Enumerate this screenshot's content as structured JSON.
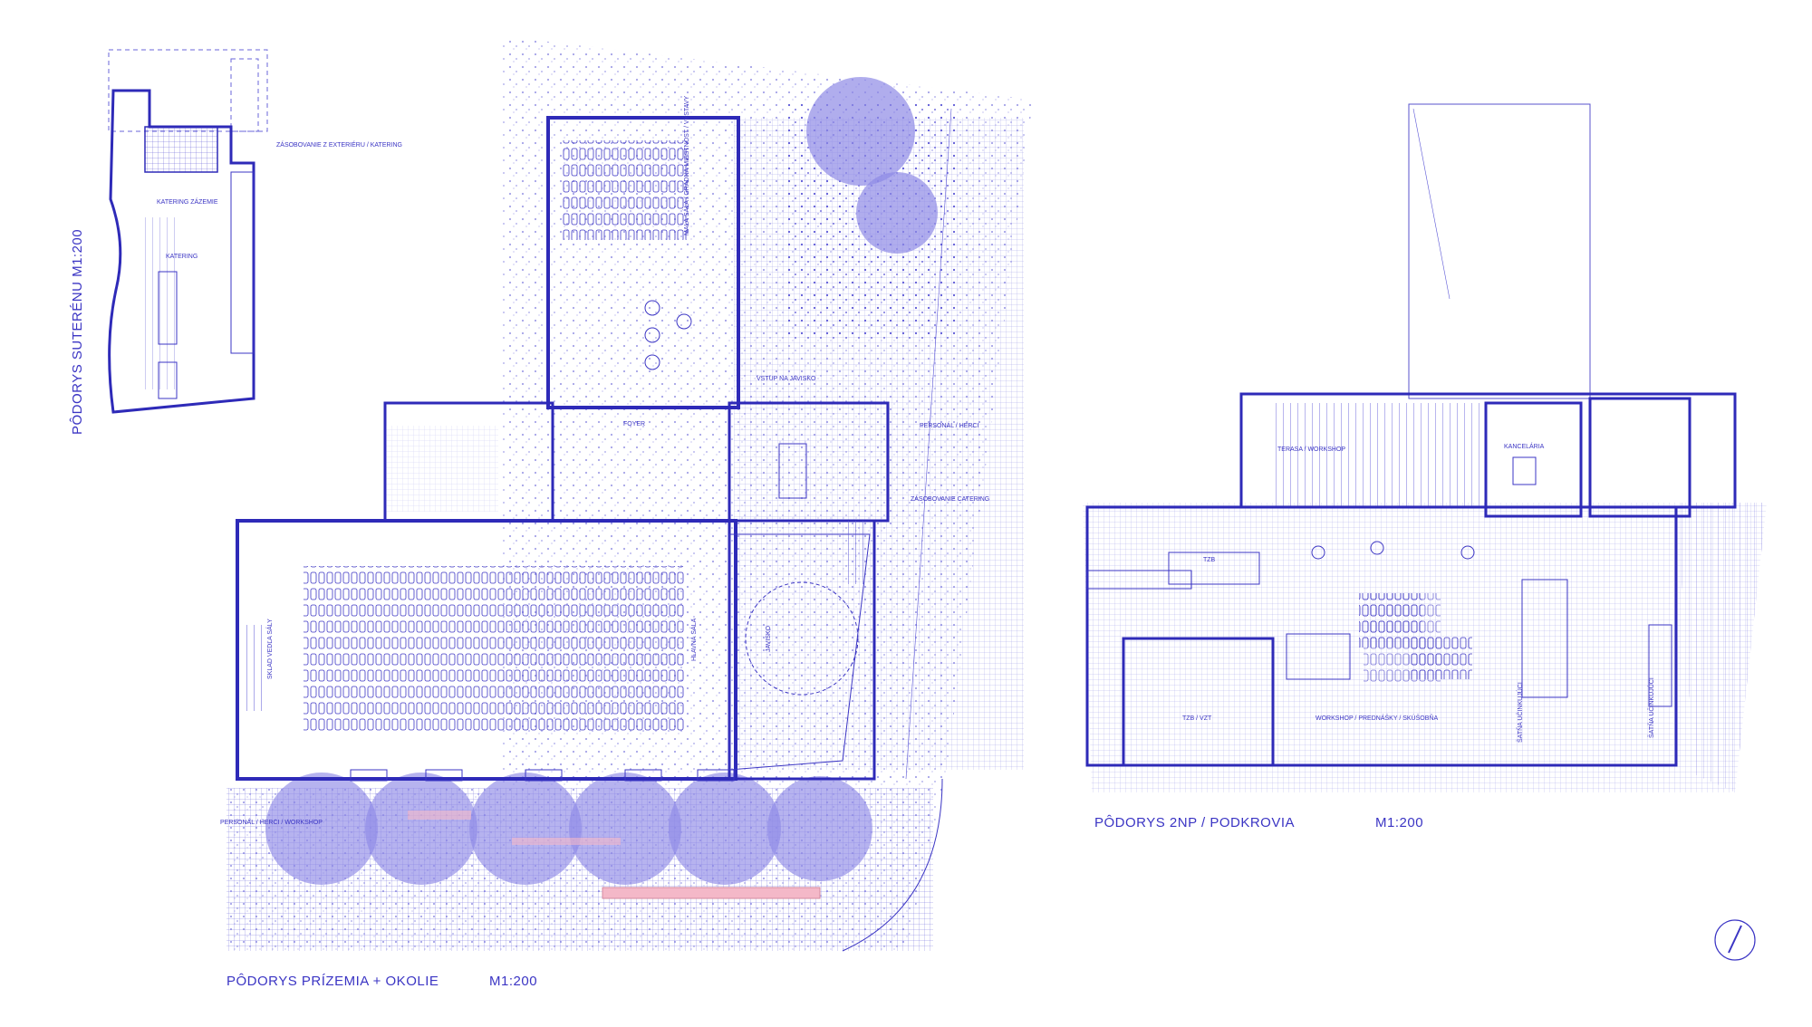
{
  "colors": {
    "ink": "#2e2ab8",
    "tree_fill": "#8f8ae6",
    "highlight": "#f4b8c8",
    "background": "#ffffff"
  },
  "plans": {
    "basement": {
      "title": "PÔDORYS  SUTERÉNU M1:200",
      "labels": {
        "supply": "ZÁSOBOVANIE Z EXTERIÉRU / KATERING",
        "catering_facility": "KATERING ZÁZEMIE",
        "catering": "KATERING"
      }
    },
    "ground": {
      "title": "PÔDORYS PRÍZEMIA + OKOLIE",
      "scale": "M1:200",
      "labels": {
        "small_hall": "MALÁ SÁLA / GRADNÁ MIESTNOSŤ / VÝSTAVY",
        "foyer": "FOYER",
        "main_hall": "HLAVNÁ SÁLA",
        "stage": "JAVISKO",
        "gallery": "SKLAD VEDĽA SÁLY",
        "entrance_stage": "VSTUP NA JAVISKO",
        "staff_entrance": "PERSONÁL / HERCI",
        "catering_supply": "ZÁSOBOVANIE CATERING",
        "staff_workshop": "PERSONÁL / HERCI / WORKSHOP"
      }
    },
    "upper": {
      "title": "PÔDORYS  2NP / PODKROVIA",
      "scale": "M1:200",
      "labels": {
        "terrace": "TERASA / WORKSHOP",
        "office": "KANCELÁRIA",
        "tzb": "TZB",
        "tzb_vzt": "TZB / VZT",
        "workshop": "WORKSHOP / PREDNÁŠKY / SKÚŠOBŇA",
        "dressing1": "ŠATŇA UČINKUJÚCI",
        "dressing2": "ŠATŇA UČINKUJÚCI"
      }
    }
  },
  "north_arrow": "north-arrow-icon"
}
